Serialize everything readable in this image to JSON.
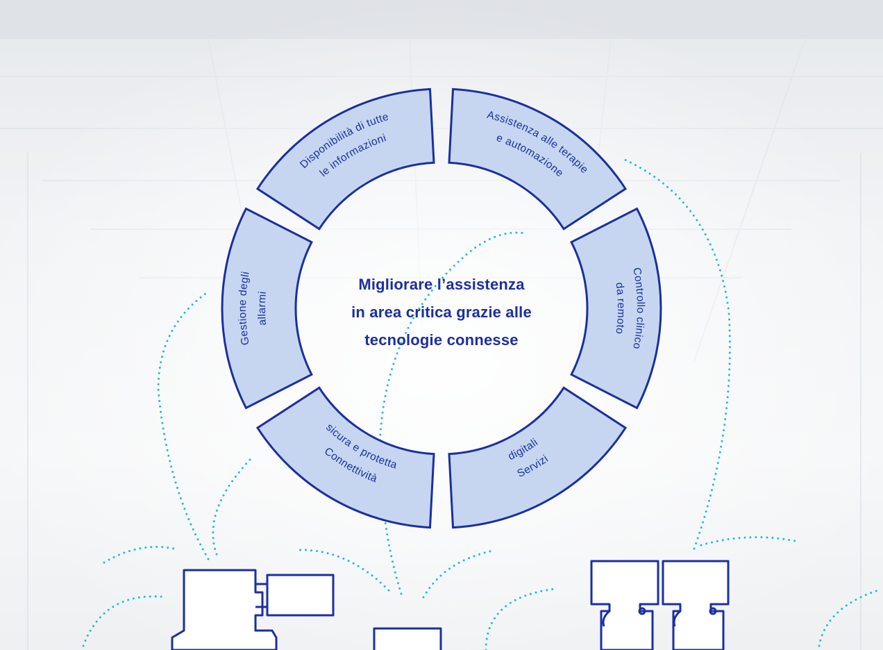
{
  "diagram": {
    "center_title": {
      "lines": [
        "Migliorare l’assistenza",
        "in area critica grazie alle",
        "tecnologie connesse"
      ]
    },
    "segments": [
      {
        "lines": [
          "Assistenza alle terapie",
          "e automazione"
        ]
      },
      {
        "lines": [
          "Controllo clinico",
          "da remoto"
        ]
      },
      {
        "lines": [
          "Servizi",
          "digitali"
        ]
      },
      {
        "lines": [
          "Connettività",
          "sicura e protetta"
        ]
      },
      {
        "lines": [
          "Gestione degli",
          "allarmi"
        ]
      },
      {
        "lines": [
          "Disponibilità di tutte",
          "le informazioni"
        ]
      }
    ]
  },
  "colors": {
    "brand_blue": "#1b2fa0",
    "segment_fill": "#c6d6f0",
    "connector_dots": "#22b9d6"
  },
  "icons": [
    "infusion-pump-icon",
    "monitor-device-icon",
    "dual-pump-icon"
  ]
}
